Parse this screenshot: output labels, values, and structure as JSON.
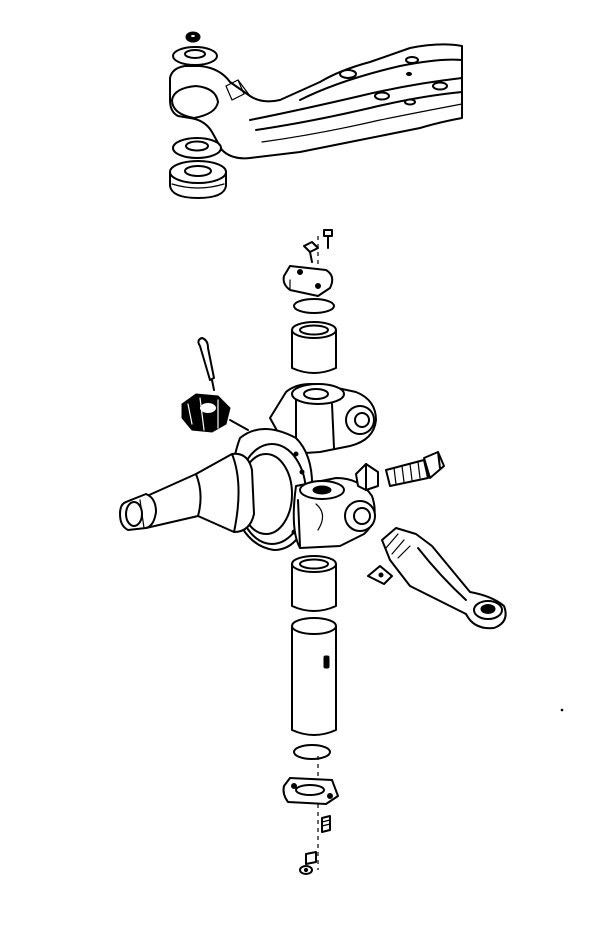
{
  "colors": {
    "ink": "#000000",
    "paper": "#ffffff"
  },
  "parts": [
    "axle-beam-end",
    "upper-nut",
    "upper-spacer-washer",
    "lower-spacer-washer",
    "thrust-bearing",
    "cap-bolt",
    "grease-fitting",
    "upper-cap",
    "upper-gasket",
    "upper-bushing",
    "cotter-pin",
    "castle-nut",
    "steering-knuckle",
    "spindle",
    "lock-pin-sleeve",
    "lock-pin-bolt",
    "steering-arm",
    "woodruff-key",
    "lower-bushing",
    "king-pin",
    "lower-gasket",
    "lower-cap",
    "lower-cap-bolt",
    "lower-grease-fitting"
  ]
}
